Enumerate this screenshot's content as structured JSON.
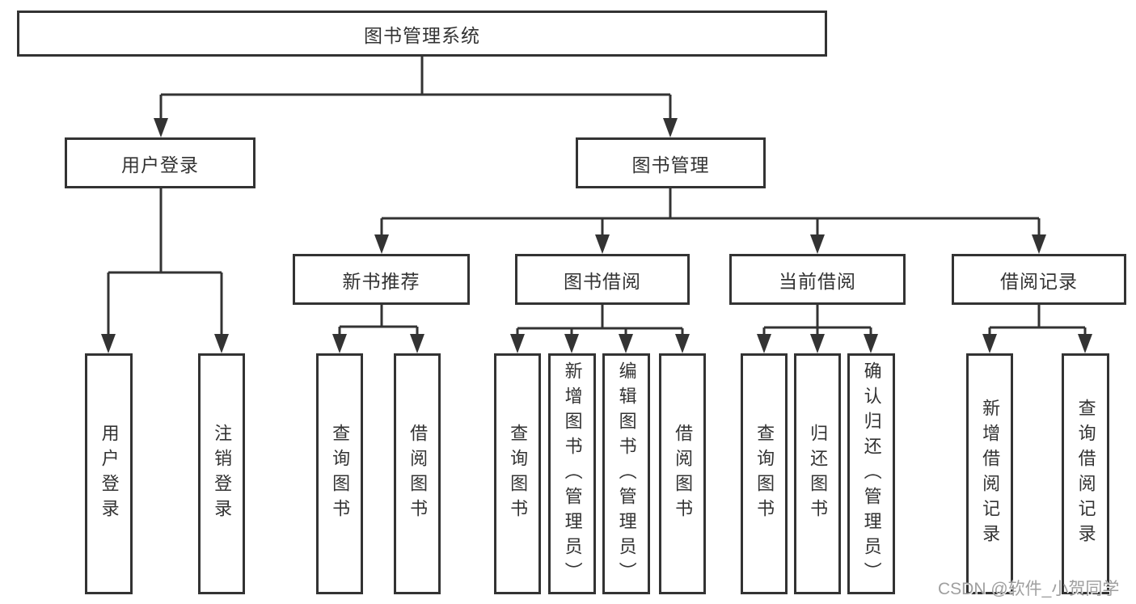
{
  "tree": {
    "title": "图书管理系统",
    "branches": [
      {
        "label": "用户登录",
        "children": [
          {
            "label": "用户登录"
          },
          {
            "label": "注销登录"
          }
        ]
      },
      {
        "label": "图书管理",
        "children": [
          {
            "label": "新书推荐",
            "children": [
              {
                "label": "查询图书"
              },
              {
                "label": "借阅图书"
              }
            ]
          },
          {
            "label": "图书借阅",
            "children": [
              {
                "label": "查询图书"
              },
              {
                "label": "新增图书（管理员）"
              },
              {
                "label": "编辑图书（管理员）"
              },
              {
                "label": "借阅图书"
              }
            ]
          },
          {
            "label": "当前借阅",
            "children": [
              {
                "label": "查询图书"
              },
              {
                "label": "归还图书"
              },
              {
                "label": "确认归还（管理员）"
              }
            ]
          },
          {
            "label": "借阅记录",
            "children": [
              {
                "label": "新增借阅记录"
              },
              {
                "label": "查询借阅记录"
              }
            ]
          }
        ]
      }
    ]
  },
  "watermark": "CSDN @软件_小贺同学",
  "colors": {
    "line": "#333333",
    "text": "#333333",
    "watermark": "#9f9f9f",
    "background": "#ffffff"
  }
}
